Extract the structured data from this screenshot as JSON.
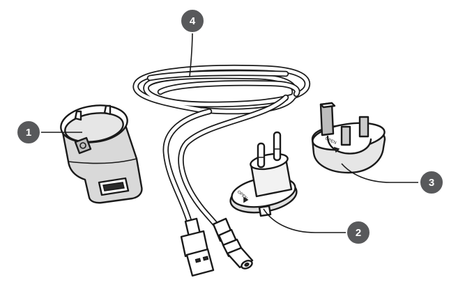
{
  "callouts": [
    {
      "id": "1",
      "label": "1"
    },
    {
      "id": "2",
      "label": "2"
    },
    {
      "id": "3",
      "label": "3"
    },
    {
      "id": "4",
      "label": "4"
    }
  ],
  "colors": {
    "callout_fill": "#58595b",
    "line": "#1a1a1a",
    "shade": "#d9d9d9",
    "background": "#ffffff"
  },
  "icons": {
    "power_adapter": "usb-wall-adapter-icon",
    "eu_plug": "eu-plug-adapter-icon",
    "uk_plug": "uk-plug-adapter-icon",
    "cable": "usb-dc-cable-icon"
  },
  "plug_marking": "OPEN"
}
